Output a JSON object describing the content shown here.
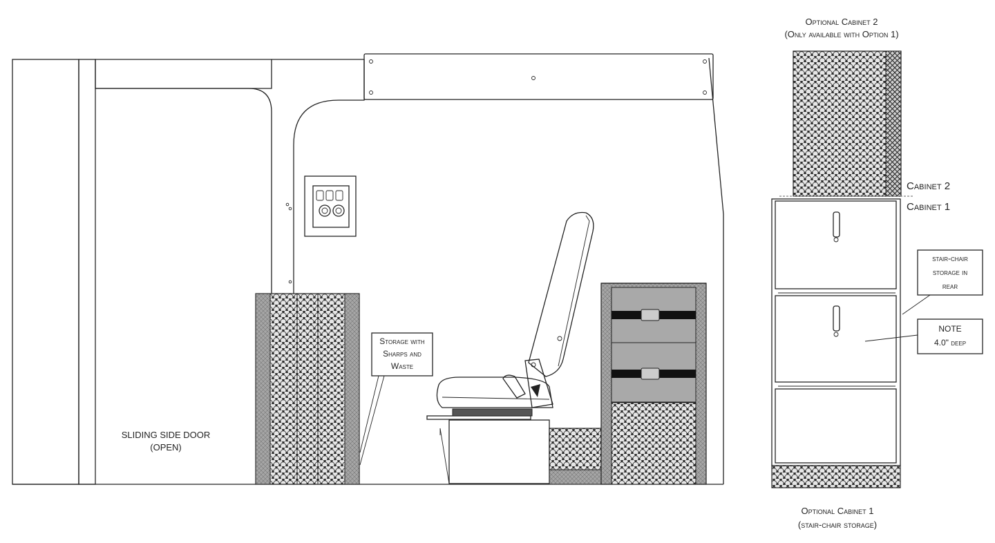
{
  "labels": {
    "optional_cabinet_2": "Optional Cabinet 2",
    "optional_cabinet_2_note": "(Only available with Option 1)",
    "cabinet_2": "Cabinet 2",
    "cabinet_1": "Cabinet 1",
    "stair_chair_storage": [
      "stair-chair",
      "storage in",
      "rear"
    ],
    "note": [
      "NOTE",
      "4.0\" deep"
    ],
    "storage_with_sharps": [
      "Storage with",
      "Sharps and",
      "Waste"
    ],
    "sliding_side_door": [
      "SLIDING SIDE DOOR",
      "(OPEN)"
    ],
    "optional_cabinet_1": "Optional Cabinet 1",
    "optional_cabinet_1_note": "(stair-chair storage)"
  },
  "colors": {
    "line": "#222222",
    "honeycomb_bg": "#3a3a3a",
    "honeycomb_cell": "#e8e8e8",
    "panel_grey": "#a9a9a9",
    "strap": "#111111"
  }
}
